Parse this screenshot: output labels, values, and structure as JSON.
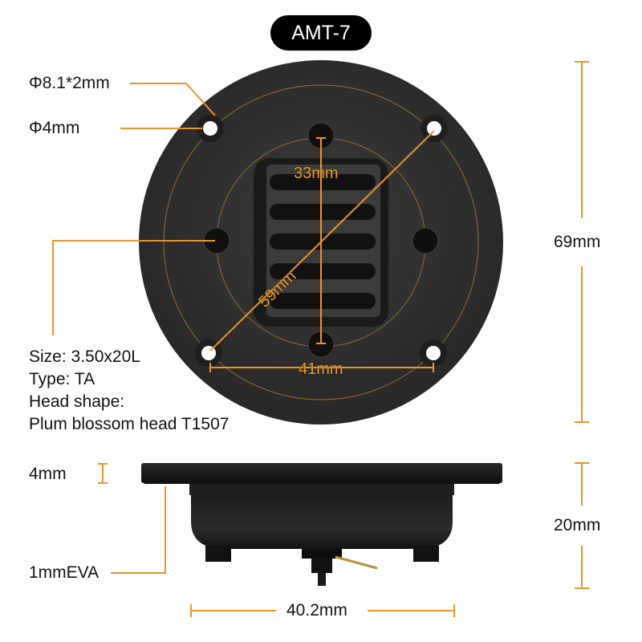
{
  "title": "AMT-7",
  "colors": {
    "accent": "#e8952a",
    "body": "#2e2e2e",
    "background": "#ffffff"
  },
  "top_view": {
    "callouts": {
      "hole_outer": "Φ8.1*2mm",
      "hole_inner": "Φ4mm"
    },
    "dimensions": {
      "vertical_screw_span": "33mm",
      "diagonal_hole_span": "59mm",
      "horizontal_hole_span": "41mm",
      "overall_height": "69mm"
    },
    "screw_spec": {
      "size": "Size: 3.50x20L",
      "type": "Type: TA",
      "head_shape_label": "Head shape:",
      "head_shape_value": "Plum blossom head T1507"
    }
  },
  "side_view": {
    "flange_thickness": "4mm",
    "gasket": "1mmEVA",
    "depth": "20mm",
    "body_width": "40.2mm"
  }
}
